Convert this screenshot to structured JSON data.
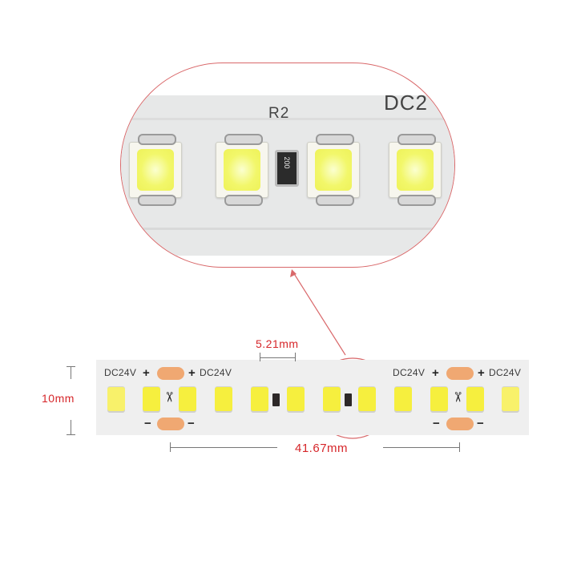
{
  "zoom_view": {
    "label_r2": "R2",
    "label_dc": "DC2",
    "resistor_code": "200",
    "led_count": 4
  },
  "strip": {
    "voltage_label": "DC24V",
    "plus": "+",
    "minus": "−",
    "scissor": "✂",
    "cut_segments": 2
  },
  "dimensions": {
    "width": "10mm",
    "led_pitch": "5.21mm",
    "segment_length": "41.67mm"
  },
  "colors": {
    "dimension_text": "#d6262a",
    "highlight_circle": "#d9686a",
    "solder_pad": "#f0a872",
    "led_yellow": "#f6ef3e",
    "pcb": "#efefef"
  }
}
